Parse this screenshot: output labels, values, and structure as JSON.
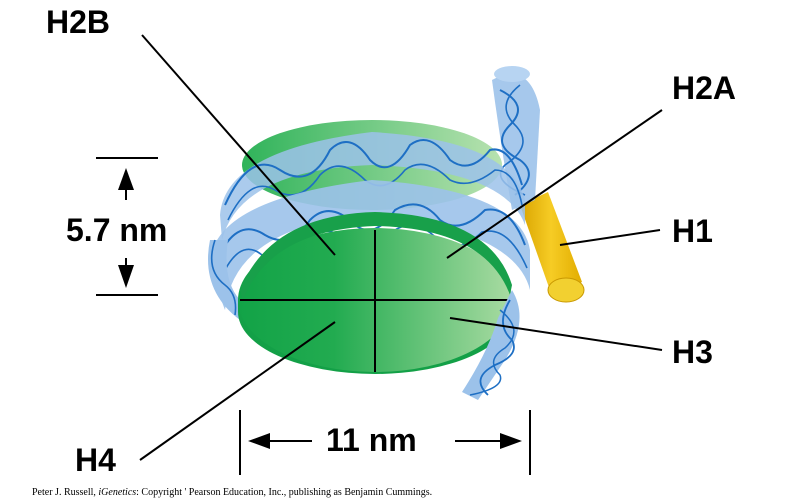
{
  "labels": {
    "h2b": "H2B",
    "h2a": "H2A",
    "h1": "H1",
    "h3": "H3",
    "h4": "H4",
    "height_dim": "5.7 nm",
    "width_dim": "11 nm"
  },
  "credit": {
    "author": "Peter J. Russell, ",
    "book": "iGenetics",
    "rest": ": Copyright ' Pearson Education, Inc., publishing as Benjamin Cummings."
  },
  "colors": {
    "histone_green": "#1fa34a",
    "histone_light": "#9fd49a",
    "dna_blue": "#9cc2ea",
    "dna_strand": "#1e6fc4",
    "h1_yellow": "#f2c21b"
  }
}
